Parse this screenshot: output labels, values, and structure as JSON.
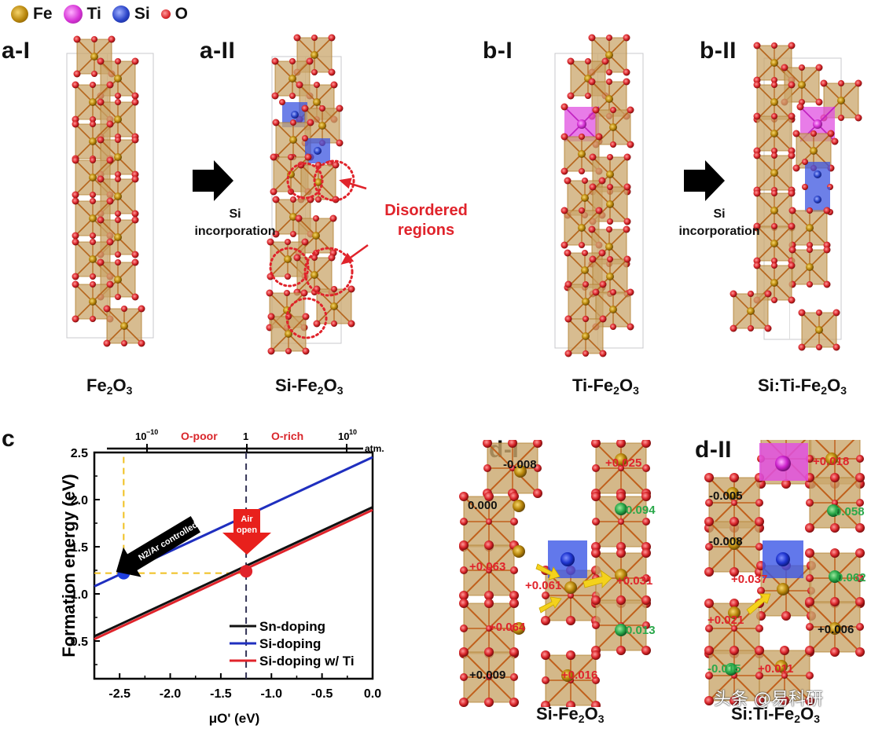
{
  "legend": {
    "items": [
      {
        "element": "Fe",
        "color": "#b8860b"
      },
      {
        "element": "Ti",
        "color": "#d633d6"
      },
      {
        "element": "Si",
        "color": "#2a44c8"
      },
      {
        "element": "O",
        "color": "#d9262b"
      }
    ]
  },
  "panels": {
    "a1": {
      "label": "a-I",
      "formula_main": "Fe",
      "formula_sub1": "2",
      "formula_o": "O",
      "formula_sub2": "3"
    },
    "a2": {
      "label": "a-II",
      "formula_main": "Si-Fe",
      "formula_sub1": "2",
      "formula_o": "O",
      "formula_sub2": "3"
    },
    "b1": {
      "label": "b-I",
      "formula_main": "Ti-Fe",
      "formula_sub1": "2",
      "formula_o": "O",
      "formula_sub2": "3"
    },
    "b2": {
      "label": "b-II",
      "formula_main": "Si:Ti-Fe",
      "formula_sub1": "2",
      "formula_o": "O",
      "formula_sub2": "3"
    },
    "c": {
      "label": "c"
    },
    "d1": {
      "label": "d-I",
      "formula_main": "Si-Fe",
      "formula_sub1": "2",
      "formula_o": "O",
      "formula_sub2": "3"
    },
    "d2": {
      "label": "d-II",
      "formula_main": "Si:Ti-Fe",
      "formula_sub1": "2",
      "formula_o": "O",
      "formula_sub2": "3"
    }
  },
  "arrows": {
    "a": {
      "line1": "Si",
      "line2": "incorporation"
    },
    "b": {
      "line1": "Si",
      "line2": "incorporation"
    }
  },
  "annotations": {
    "disordered_line1": "Disordered",
    "disordered_line2": "regions"
  },
  "charges": {
    "d1": [
      {
        "text": "-0.008",
        "color": "#111111"
      },
      {
        "text": "+0.025",
        "color": "#e0232b"
      },
      {
        "text": "0.000",
        "color": "#111111"
      },
      {
        "text": "0.094",
        "color": "#2aa84a"
      },
      {
        "text": "+0.063",
        "color": "#e0232b"
      },
      {
        "text": "+0.061",
        "color": "#e0232b"
      },
      {
        "text": "+0.031",
        "color": "#e0232b"
      },
      {
        "text": "+0.064",
        "color": "#e0232b"
      },
      {
        "text": "0.013",
        "color": "#2aa84a"
      },
      {
        "text": "+0.009",
        "color": "#111111"
      },
      {
        "text": "+0.016",
        "color": "#e0232b"
      }
    ],
    "d2": [
      {
        "text": "+0.018",
        "color": "#e0232b"
      },
      {
        "text": "-0.005",
        "color": "#111111"
      },
      {
        "text": "0.058",
        "color": "#2aa84a"
      },
      {
        "text": "-0.008",
        "color": "#111111"
      },
      {
        "text": "+0.037",
        "color": "#e0232b"
      },
      {
        "text": "0.062",
        "color": "#2aa84a"
      },
      {
        "text": "+0.021",
        "color": "#e0232b"
      },
      {
        "text": "+0.006",
        "color": "#111111"
      },
      {
        "text": "-0.015",
        "color": "#2aa84a"
      },
      {
        "text": "+0.011",
        "color": "#e0232b"
      }
    ]
  },
  "watermark": "头条 @易科研",
  "chart_data": {
    "type": "line",
    "title": "",
    "xlabel": "μO' (eV)",
    "ylabel": "Formation energy (eV)",
    "xlim": [
      -2.75,
      0.0
    ],
    "ylim": [
      0.1,
      2.5
    ],
    "xticks": [
      -2.5,
      -2.0,
      -1.5,
      -1.0,
      -0.5,
      0.0
    ],
    "xtick_labels": [
      "-2.5",
      "-2.0",
      "-1.5",
      "-1.0",
      "-0.5",
      "0.0"
    ],
    "yticks": [
      0.5,
      1.0,
      1.5,
      2.0,
      2.5
    ],
    "ytick_labels": [
      "0.5",
      "1.0",
      "1.5",
      "2.0",
      "2.5"
    ],
    "top_axis": {
      "unit": "atm.",
      "ticks": [
        {
          "x": -2.25,
          "label_base": "10",
          "label_exp": "−10"
        },
        {
          "x": -1.25,
          "label_base": "1",
          "label_exp": ""
        },
        {
          "x": -0.25,
          "label_base": "10",
          "label_exp": "10"
        }
      ],
      "region_labels": [
        {
          "text": "O-poor",
          "color": "#d9262b"
        },
        {
          "text": "O-rich",
          "color": "#d9262b"
        }
      ]
    },
    "series": [
      {
        "name": "Sn-doping",
        "color": "#111111",
        "x": [
          -2.75,
          0.0
        ],
        "y": [
          0.55,
          1.92
        ]
      },
      {
        "name": "Si-doping",
        "color": "#1f2fbf",
        "x": [
          -2.75,
          0.0
        ],
        "y": [
          1.08,
          2.45
        ]
      },
      {
        "name": "Si-doping w/ Ti",
        "color": "#e0232b",
        "x": [
          -2.75,
          0.0
        ],
        "y": [
          0.52,
          1.89
        ]
      }
    ],
    "markers": [
      {
        "x": -2.46,
        "y": 1.22,
        "color": "#1f3fe0"
      },
      {
        "x": -1.25,
        "y": 1.83,
        "color": "#1f3fe0"
      },
      {
        "x": -1.25,
        "y": 1.24,
        "color": "#e0232b"
      }
    ],
    "reference_lines": [
      {
        "type": "vertical",
        "x": -1.25,
        "style": "dashed",
        "color": "#333355"
      },
      {
        "type": "vertical",
        "x": -2.46,
        "style": "dashed",
        "color": "#f0c020",
        "from_y": 1.22,
        "to_y": 2.5
      },
      {
        "type": "horizontal",
        "y": 1.22,
        "style": "dashed",
        "color": "#f0c020",
        "from_x": -2.75,
        "to_x": -1.3
      }
    ],
    "annotations": [
      {
        "text": "N2/Ar controlled",
        "type": "black-arrow"
      },
      {
        "text_line1": "Air",
        "text_line2": "open",
        "type": "red-arrow"
      }
    ],
    "legend_position": "lower right",
    "grid": false
  }
}
